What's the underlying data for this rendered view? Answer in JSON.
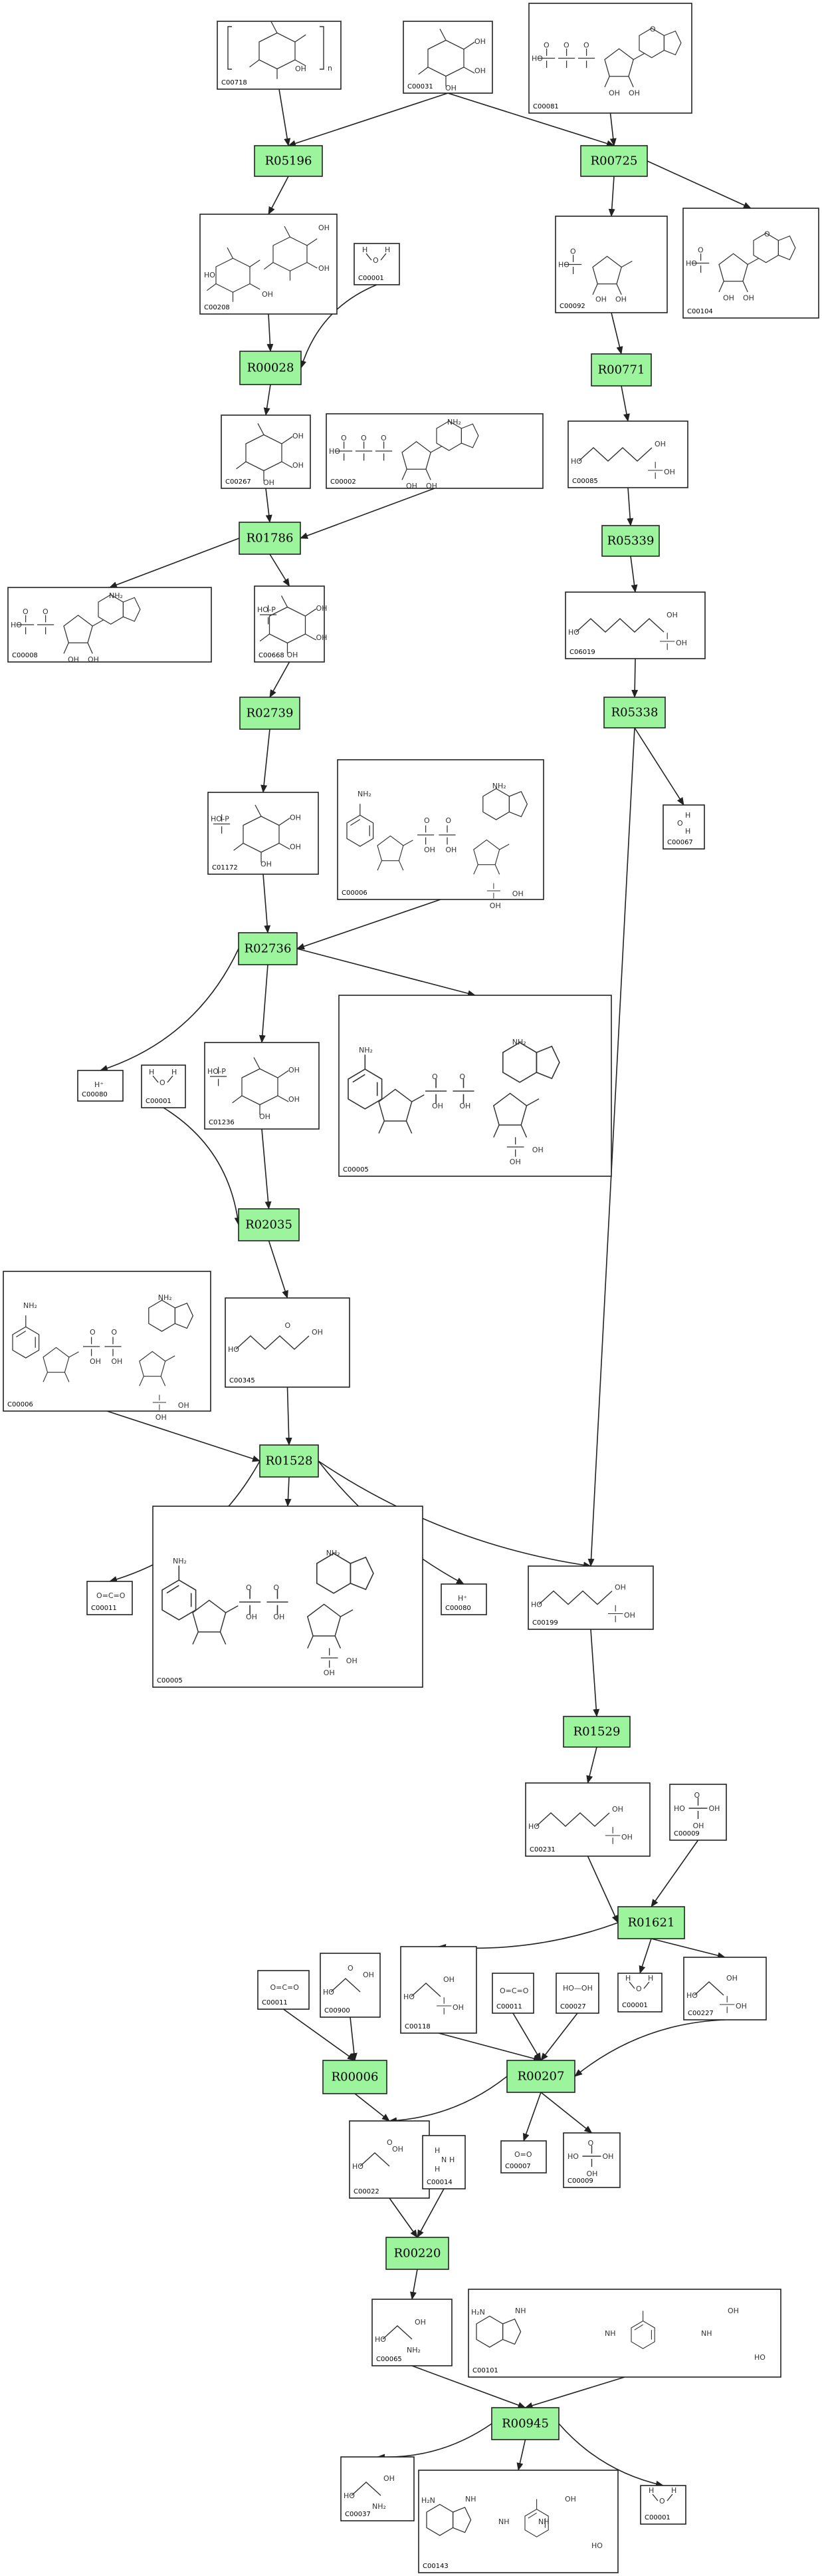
{
  "compounds": [
    {
      "id": "n1",
      "label": "C00718"
    },
    {
      "id": "n2",
      "label": "C00031"
    },
    {
      "id": "n3",
      "label": "C00081"
    },
    {
      "id": "n4",
      "label": "C00208"
    },
    {
      "id": "n5",
      "label": "C00001"
    },
    {
      "id": "n6",
      "label": "C00092"
    },
    {
      "id": "n7",
      "label": "C00104"
    },
    {
      "id": "n8",
      "label": "C00267"
    },
    {
      "id": "n9",
      "label": "C00002"
    },
    {
      "id": "n10",
      "label": "C00085"
    },
    {
      "id": "n11",
      "label": "C00008"
    },
    {
      "id": "n12",
      "label": "C00668"
    },
    {
      "id": "n13",
      "label": "C06019"
    },
    {
      "id": "n14",
      "label": "C00067"
    },
    {
      "id": "n15",
      "label": "C01172"
    },
    {
      "id": "n16",
      "label": "C00006"
    },
    {
      "id": "n17",
      "label": "C00080"
    },
    {
      "id": "n18",
      "label": "C00001"
    },
    {
      "id": "n19",
      "label": "C01236"
    },
    {
      "id": "n20",
      "label": "C00005"
    },
    {
      "id": "n21",
      "label": "C00006"
    },
    {
      "id": "n22",
      "label": "C00345"
    },
    {
      "id": "n23",
      "label": "C00011"
    },
    {
      "id": "n24",
      "label": "C00005"
    },
    {
      "id": "n25",
      "label": "C00080"
    },
    {
      "id": "n26",
      "label": "C00199"
    },
    {
      "id": "n27",
      "label": "C00231"
    },
    {
      "id": "n28",
      "label": "C00009"
    },
    {
      "id": "n29",
      "label": "C00118"
    },
    {
      "id": "n30",
      "label": "C00011"
    },
    {
      "id": "n31",
      "label": "C00027"
    },
    {
      "id": "n32",
      "label": "C00001"
    },
    {
      "id": "n33",
      "label": "C00227"
    },
    {
      "id": "n34",
      "label": "C00011"
    },
    {
      "id": "n35",
      "label": "C00900"
    },
    {
      "id": "n36",
      "label": "C00022"
    },
    {
      "id": "n37",
      "label": "C00014"
    },
    {
      "id": "n38",
      "label": "C00007"
    },
    {
      "id": "n39",
      "label": "C00009"
    },
    {
      "id": "n40",
      "label": "C00065"
    },
    {
      "id": "n41",
      "label": "C00101"
    },
    {
      "id": "n42",
      "label": "C00037"
    },
    {
      "id": "n43",
      "label": "C00143"
    },
    {
      "id": "n44",
      "label": "C00001"
    }
  ],
  "reactions": [
    {
      "id": "R05196",
      "label": "R05196"
    },
    {
      "id": "R00725",
      "label": "R00725"
    },
    {
      "id": "R00028",
      "label": "R00028"
    },
    {
      "id": "R00771",
      "label": "R00771"
    },
    {
      "id": "R01786",
      "label": "R01786"
    },
    {
      "id": "R05339",
      "label": "R05339"
    },
    {
      "id": "R02739",
      "label": "R02739"
    },
    {
      "id": "R05338",
      "label": "R05338"
    },
    {
      "id": "R02736",
      "label": "R02736"
    },
    {
      "id": "R02035",
      "label": "R02035"
    },
    {
      "id": "R01528",
      "label": "R01528"
    },
    {
      "id": "R01529",
      "label": "R01529"
    },
    {
      "id": "R01621",
      "label": "R01621"
    },
    {
      "id": "R00006",
      "label": "R00006"
    },
    {
      "id": "R00207",
      "label": "R00207"
    },
    {
      "id": "R00220",
      "label": "R00220"
    },
    {
      "id": "R00945",
      "label": "R00945"
    }
  ],
  "small_labels": {
    "h_plus": "H⁺",
    "water_o": "O",
    "water_h": "H",
    "co2": "O=C=O",
    "o2": "O=O",
    "h2o2": "HO—OH",
    "formaldehyde_o": "O",
    "formaldehyde_h": "H",
    "nh3_n": "N",
    "nh3_h": "H",
    "oh": "OH",
    "ho": "HO",
    "nh2": "NH₂",
    "nh": "NH",
    "n": "N",
    "o": "O",
    "p": "P",
    "h2n": "H₂N",
    "ho_p": "HO-P",
    "n_suffix": "n"
  }
}
